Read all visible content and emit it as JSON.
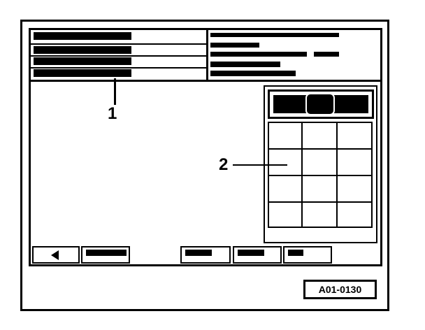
{
  "callouts": {
    "label_1": "1",
    "label_2": "2"
  },
  "figure_code": "A01-0130",
  "icons": {
    "back_button": "left-triangle-icon"
  }
}
